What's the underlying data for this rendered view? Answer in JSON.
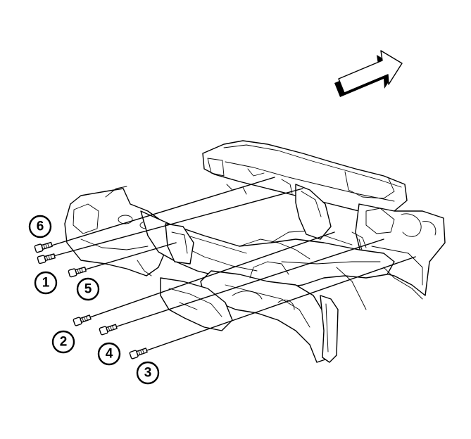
{
  "callouts": [
    {
      "id": "6",
      "label": "6"
    },
    {
      "id": "1",
      "label": "1"
    },
    {
      "id": "5",
      "label": "5"
    },
    {
      "id": "2",
      "label": "2"
    },
    {
      "id": "4",
      "label": "4"
    },
    {
      "id": "3",
      "label": "3"
    }
  ],
  "colors": {
    "line": "#000000",
    "background": "#ffffff",
    "arrow_shade": "#000000"
  }
}
